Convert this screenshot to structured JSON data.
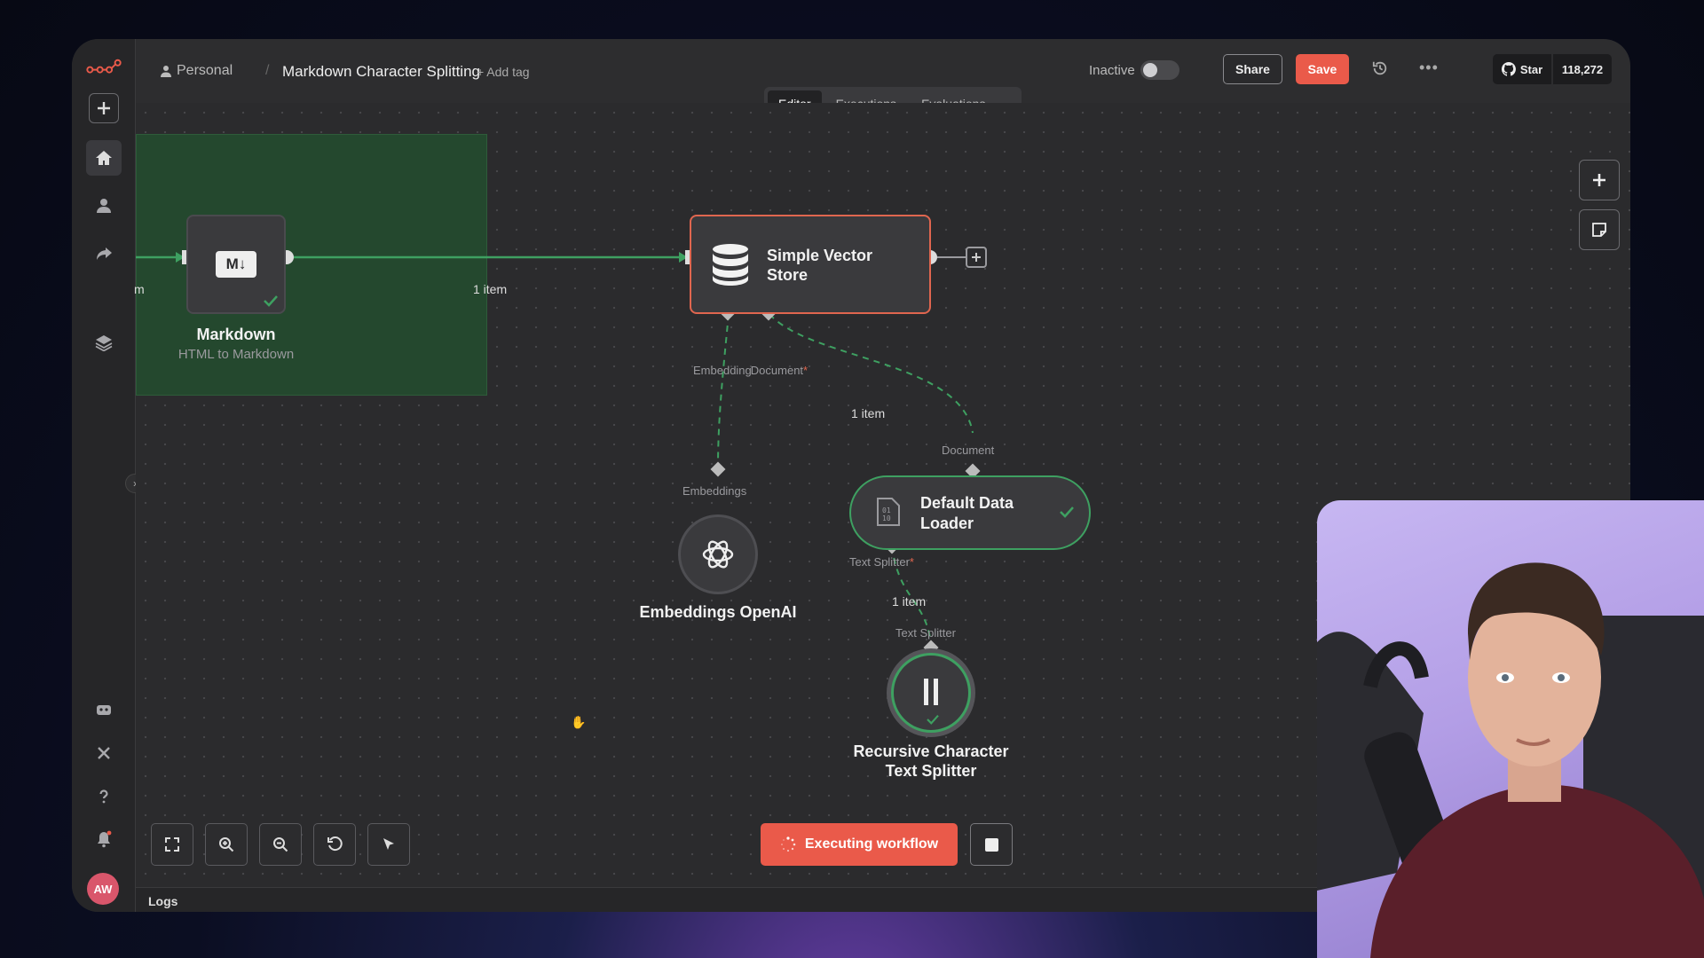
{
  "topbar": {
    "project": "Personal",
    "workflow_title": "Markdown Character Splitting",
    "add_tag": "+ Add tag",
    "status_label": "Inactive",
    "share_label": "Share",
    "save_label": "Save",
    "github_star_label": "Star",
    "github_star_count": "118,272"
  },
  "tabs": [
    {
      "label": "Editor",
      "active": true
    },
    {
      "label": "Executions",
      "active": false
    },
    {
      "label": "Evaluations",
      "active": false
    }
  ],
  "sidebar": {
    "avatar_initials": "AW",
    "items": [
      "add",
      "home",
      "user",
      "share",
      "layers",
      "templates",
      "variables",
      "help",
      "notifications"
    ]
  },
  "nodes": {
    "markdown": {
      "icon_text": "M↓",
      "title": "Markdown",
      "subtitle": "HTML to Markdown"
    },
    "vector_store": {
      "title_line1": "Simple Vector",
      "title_line2": "Store"
    },
    "data_loader": {
      "title_line1": "Default Data",
      "title_line2": "Loader"
    },
    "embeddings": {
      "title": "Embeddings OpenAI"
    },
    "splitter": {
      "title_line1": "Recursive Character",
      "title_line2": "Text Splitter"
    }
  },
  "connections": {
    "left_edge_label": "m",
    "md_to_vector": "1 item",
    "vector_embedding_port": "Embedding",
    "vector_document_port": "Document",
    "vector_to_loader": "1 item",
    "loader_document_port": "Document",
    "embeddings_port": "Embeddings",
    "loader_text_splitter_port": "Text Splitter",
    "loader_to_splitter": "1 item",
    "splitter_port": "Text Splitter"
  },
  "footer": {
    "execute_label": "Executing workflow",
    "logs_label": "Logs"
  },
  "colors": {
    "accent": "#ea5a4a",
    "success": "#3ea061",
    "sticky": "#24482e",
    "canvas": "#2b2b2d"
  }
}
